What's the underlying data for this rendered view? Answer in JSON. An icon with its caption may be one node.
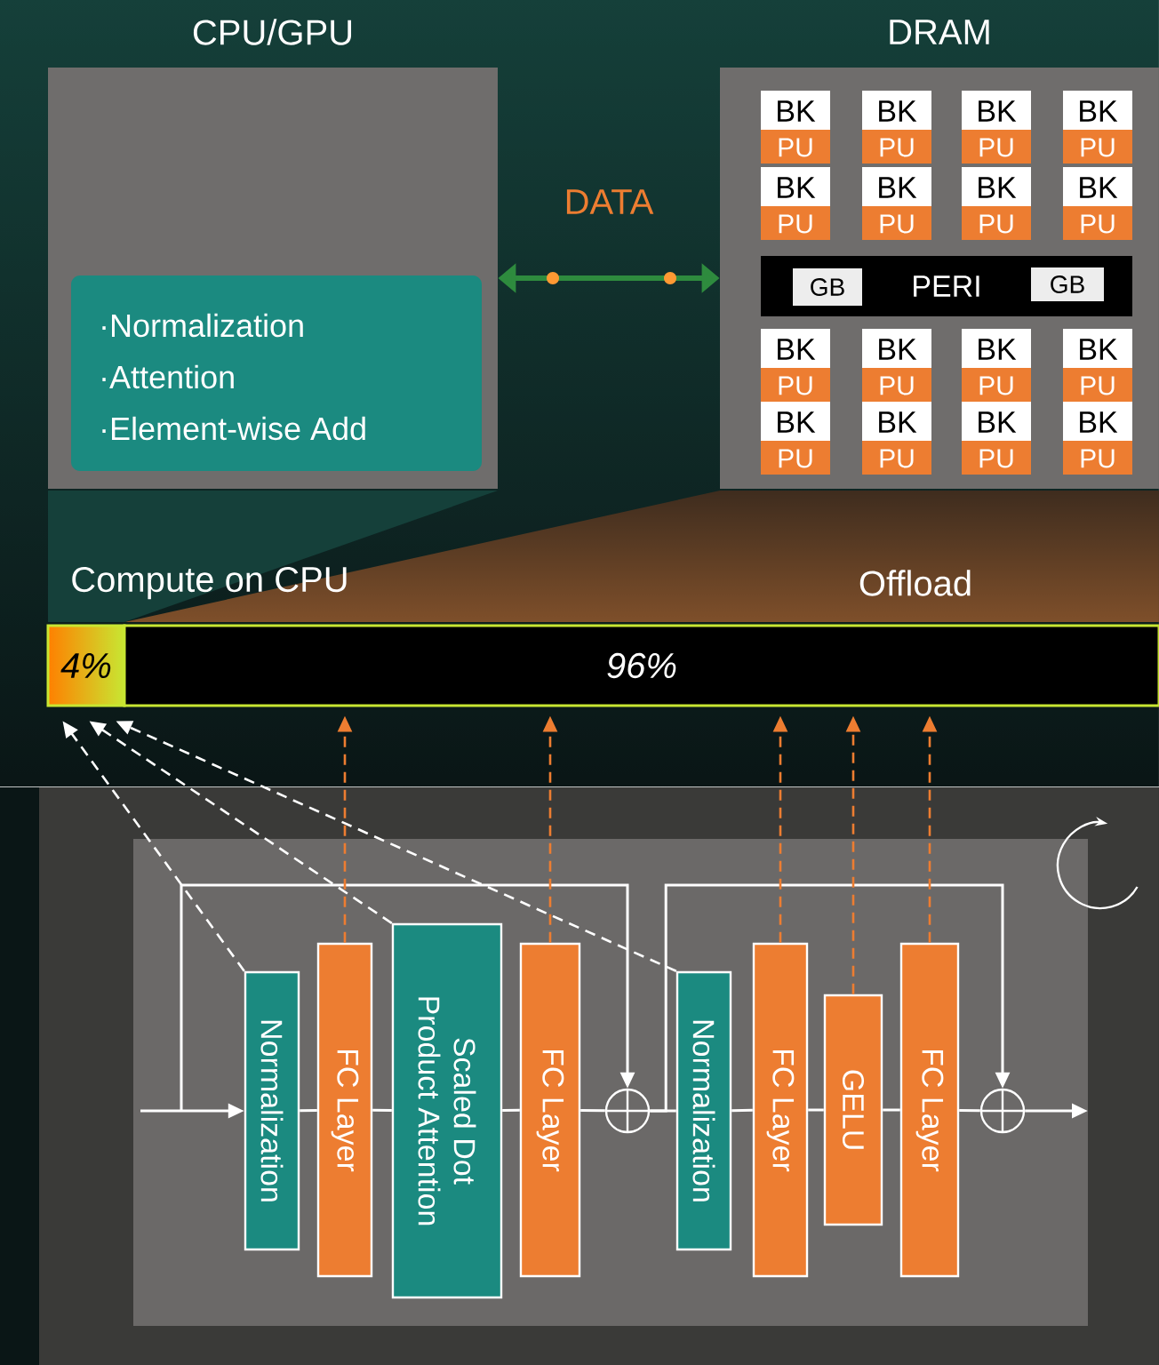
{
  "diagram": {
    "nodes": [
      {
        "text": [
          "CPU/GPU"
        ]
      },
      {
        "text": [
          "·Normalization",
          "·Attention",
          "·Element-wise Add"
        ],
        "in": 0
      },
      {
        "text": [
          "DRAM"
        ]
      },
      {
        "text": [
          "BK",
          "PU"
        ],
        "in": 2
      },
      {
        "text": [
          "BK",
          "PU"
        ],
        "in": 2
      },
      {
        "text": [
          "BK",
          "PU"
        ],
        "in": 2
      },
      {
        "text": [
          "BK",
          "PU"
        ],
        "in": 2
      },
      {
        "text": [
          "BK",
          "PU"
        ],
        "in": 2
      },
      {
        "text": [
          "BK",
          "PU"
        ],
        "in": 2
      },
      {
        "text": [
          "BK",
          "PU"
        ],
        "in": 2
      },
      {
        "text": [
          "BK",
          "PU"
        ],
        "in": 2
      },
      {
        "text": [
          "PERI"
        ],
        "in": 2
      },
      {
        "text": [
          "GB"
        ],
        "in": 11
      },
      {
        "text": [
          "GB"
        ],
        "in": 11
      },
      {
        "text": [
          "BK",
          "PU"
        ],
        "in": 2
      },
      {
        "text": [
          "BK",
          "PU"
        ],
        "in": 2
      },
      {
        "text": [
          "BK",
          "PU"
        ],
        "in": 2
      },
      {
        "text": [
          "BK",
          "PU"
        ],
        "in": 2
      },
      {
        "text": [
          "BK",
          "PU"
        ],
        "in": 2
      },
      {
        "text": [
          "BK",
          "PU"
        ],
        "in": 2
      },
      {
        "text": [
          "BK",
          "PU"
        ],
        "in": 2
      },
      {
        "text": [
          "BK",
          "PU"
        ],
        "in": 2
      },
      {
        "text": [
          "4%"
        ],
        "beside": [
          "Compute on CPU"
        ]
      },
      {
        "text": [
          "96%"
        ],
        "beside": [
          "Offload"
        ]
      },
      {
        "text": [
          "Normalization"
        ]
      },
      {
        "text": [
          "FC Layer"
        ]
      },
      {
        "text": [
          "Scaled Dot Product Attention"
        ]
      },
      {
        "text": [
          "FC Layer"
        ]
      },
      {
        "text": [],
        "shape": "circle"
      },
      {
        "text": [
          "Normalization"
        ]
      },
      {
        "text": [
          "FC Layer"
        ]
      },
      {
        "text": [
          "GELU"
        ]
      },
      {
        "text": [
          "FC Layer"
        ]
      },
      {
        "text": [],
        "shape": "circle"
      }
    ],
    "edges": [
      {
        "from": 0,
        "to": 2,
        "arrow": "both",
        "label": "DATA",
        "style": "thick",
        "color": "#2e8b3e"
      },
      {
        "from": null,
        "to": 24,
        "arrow": "to"
      },
      {
        "from": 24,
        "to": 25,
        "arrow": "none"
      },
      {
        "from": 25,
        "to": 26,
        "arrow": "none"
      },
      {
        "from": 26,
        "to": 27,
        "arrow": "none"
      },
      {
        "from": 27,
        "to": 28,
        "arrow": "none"
      },
      {
        "from": 28,
        "to": 29,
        "arrow": "none"
      },
      {
        "from": 29,
        "to": 30,
        "arrow": "none"
      },
      {
        "from": 30,
        "to": 31,
        "arrow": "none"
      },
      {
        "from": 31,
        "to": 32,
        "arrow": "none"
      },
      {
        "from": 32,
        "to": 33,
        "arrow": "none"
      },
      {
        "from": 33,
        "to": null,
        "arrow": "to"
      },
      {
        "from": null,
        "to": 28,
        "arrow": "to"
      },
      {
        "from": 28,
        "to": 33,
        "arrow": "to"
      },
      {
        "from": 25,
        "to": 23,
        "arrow": "to",
        "style": "dashed",
        "color": "#ed7d31"
      },
      {
        "from": 27,
        "to": 23,
        "arrow": "to",
        "style": "dashed",
        "color": "#ed7d31"
      },
      {
        "from": 30,
        "to": 23,
        "arrow": "to",
        "style": "dashed",
        "color": "#ed7d31"
      },
      {
        "from": 31,
        "to": 23,
        "arrow": "to",
        "style": "dashed",
        "color": "#ed7d31"
      },
      {
        "from": 32,
        "to": 23,
        "arrow": "to",
        "style": "dashed",
        "color": "#ed7d31"
      },
      {
        "from": 24,
        "to": 22,
        "arrow": "to",
        "style": "dashed"
      },
      {
        "from": 26,
        "to": 22,
        "arrow": "to",
        "style": "dashed"
      },
      {
        "from": 29,
        "to": 22,
        "arrow": "to",
        "style": "dashed"
      }
    ]
  }
}
